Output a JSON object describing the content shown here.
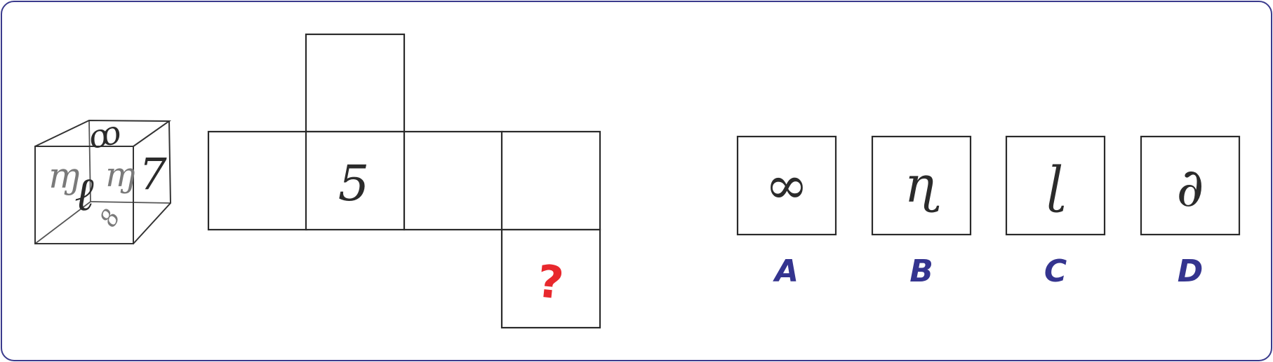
{
  "cube": {
    "top_symbol": "ꝏ",
    "front_symbol": "ɱ",
    "front_overlay_symbol": "ℓ",
    "right_symbol_a": "ɱ",
    "right_symbol_b": "7",
    "bottom_symbol": "8"
  },
  "net": {
    "center_symbol": "5",
    "question_mark": "?"
  },
  "options": [
    {
      "label": "A",
      "symbol": "∞"
    },
    {
      "label": "B",
      "symbol": "ɳ"
    },
    {
      "label": "C",
      "symbol": "ɭ"
    },
    {
      "label": "D",
      "symbol": "∂"
    }
  ]
}
